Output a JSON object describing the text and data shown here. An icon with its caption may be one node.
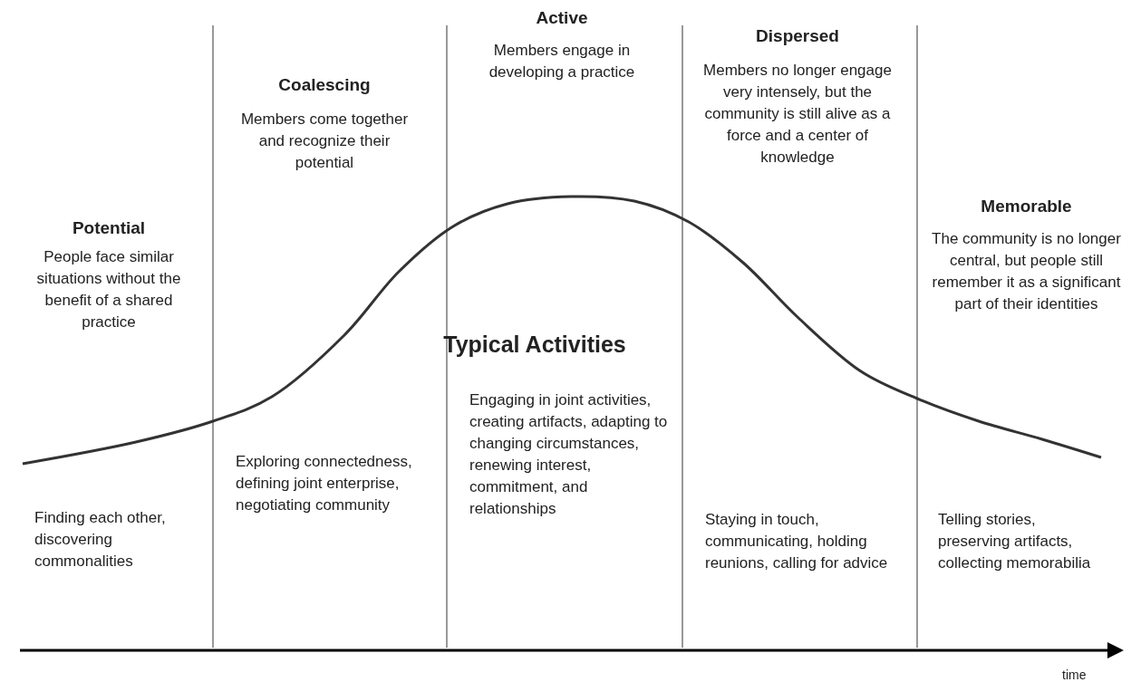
{
  "diagram": {
    "labels": [
      "Potential",
      "People face similar situations without the benefit of a shared practice",
      "Coalescing",
      "Members come together and recognize their potential",
      "Active",
      "Members engage in developing a practice",
      "Dispersed",
      "Members no longer engage very intensely, but the community is still alive as a force and a center of knowledge",
      "Memorable",
      "The community is no longer central, but people still remember it as a significant part of their identities",
      "Typical Activities",
      "Finding each other, discovering commonalities",
      "Exploring connectedness, defining joint enterprise, negotiating community",
      "Engaging in joint activities, creating artifacts, adapting to changing circumstances, renewing interest, commitment, and relationships",
      "Staying in touch, communicating, holding reunions, calling for advice",
      "Telling stories, preserving artifacts, collecting memorabilia",
      "time"
    ]
  }
}
